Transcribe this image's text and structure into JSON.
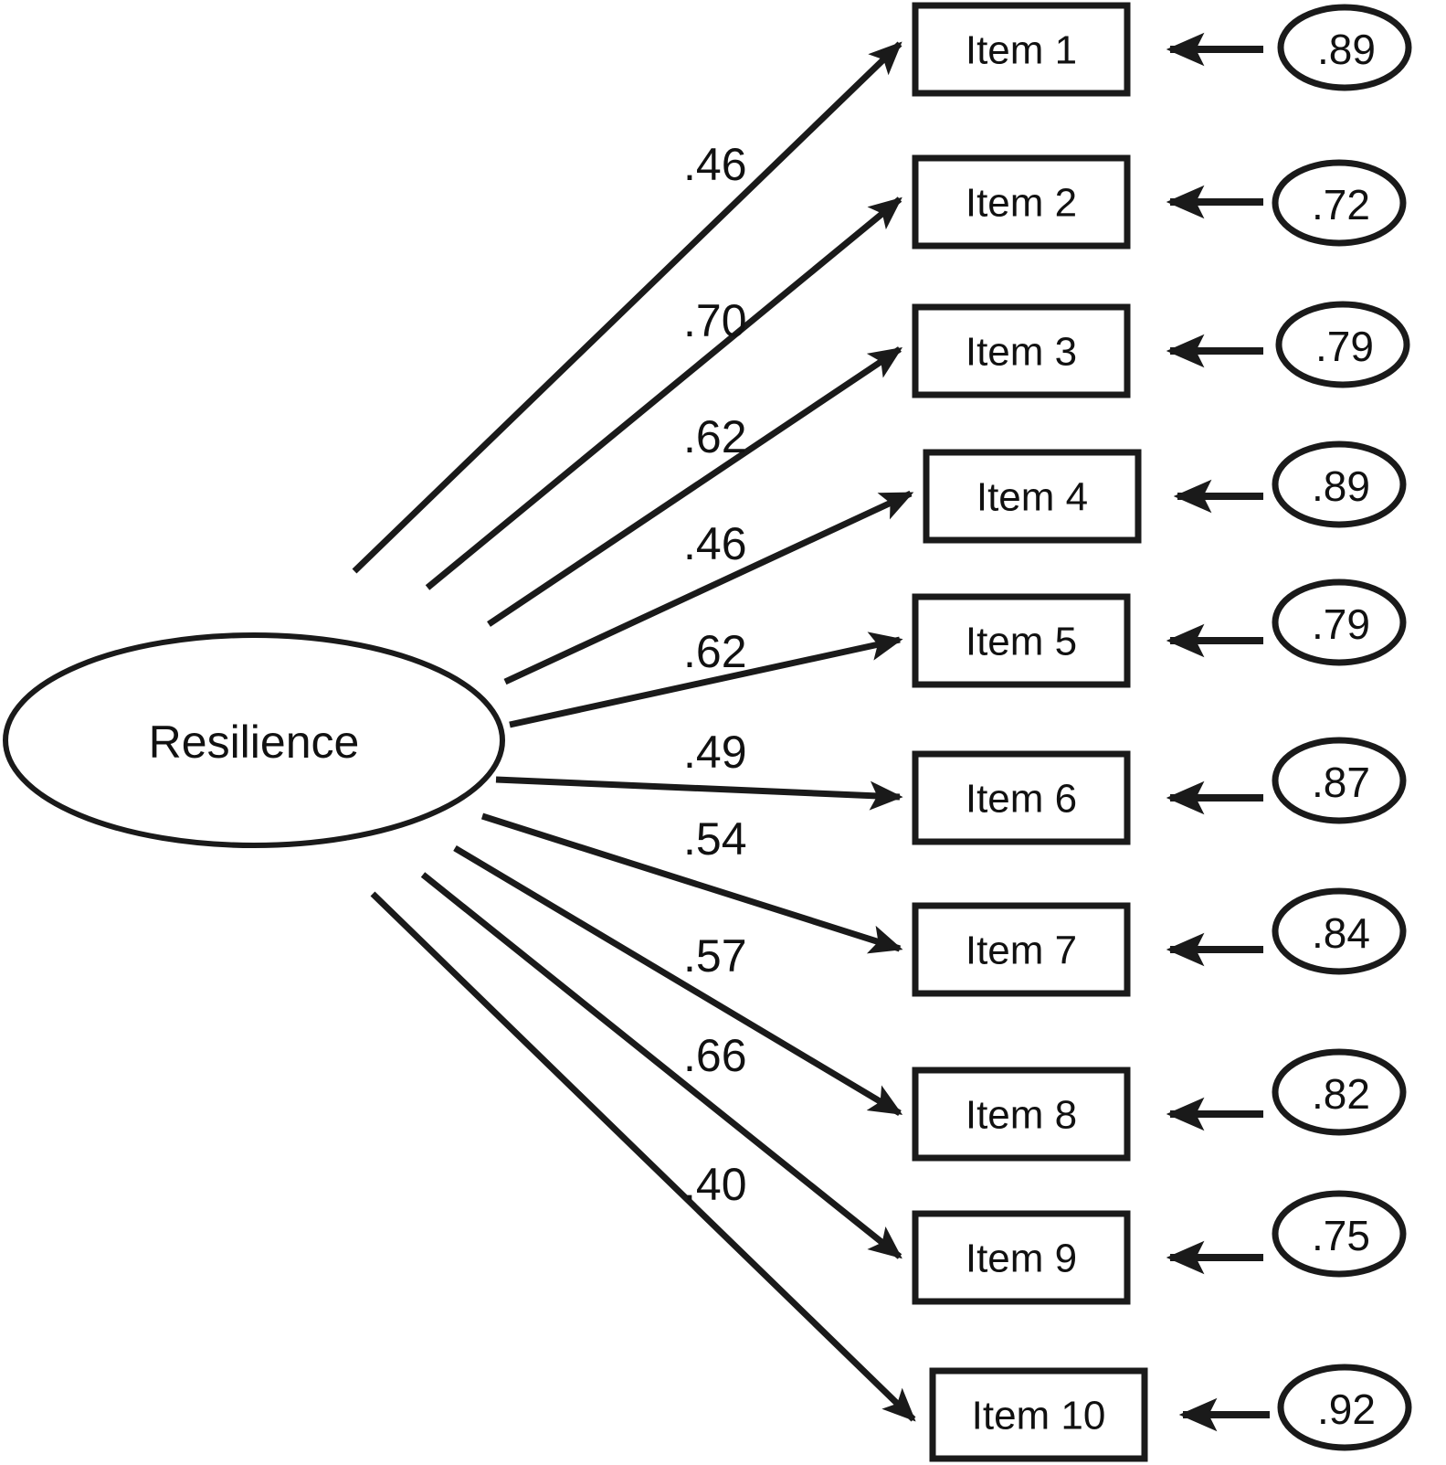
{
  "figure": {
    "type": "sem-path-diagram",
    "title": "",
    "background_color": "#ffffff",
    "line_color": "#1a1a1a"
  },
  "factor": {
    "name": "Resilience",
    "shape": "ellipse"
  },
  "chart_data": {
    "type": "diagram",
    "title": "",
    "model": "Confirmatory factor analysis: one-factor Resilience model",
    "latent_variable": "Resilience",
    "indicators": [
      "Item 1",
      "Item 2",
      "Item 3",
      "Item 4",
      "Item 5",
      "Item 6",
      "Item 7",
      "Item 8",
      "Item 9",
      "Item 10"
    ],
    "standardized_loadings": [
      0.46,
      0.7,
      0.62,
      0.46,
      0.62,
      0.49,
      0.54,
      0.57,
      0.66,
      0.4
    ],
    "residual_variances": [
      0.89,
      0.72,
      0.79,
      0.89,
      0.79,
      0.87,
      0.84,
      0.82,
      0.75,
      0.92
    ],
    "loading_labels": [
      ".46",
      ".70",
      ".62",
      ".46",
      ".62",
      ".49",
      ".54",
      ".57",
      ".66",
      ".40"
    ],
    "residual_labels": [
      ".89",
      ".72",
      ".79",
      ".89",
      ".79",
      ".87",
      ".84",
      ".82",
      ".75",
      ".92"
    ]
  },
  "items": [
    {
      "label": "Item 1",
      "loading": ".46",
      "error": ".89"
    },
    {
      "label": "Item 2",
      "loading": ".70",
      "error": ".72"
    },
    {
      "label": "Item 3",
      "loading": ".62",
      "error": ".79"
    },
    {
      "label": "Item 4",
      "loading": ".46",
      "error": ".89"
    },
    {
      "label": "Item 5",
      "loading": ".62",
      "error": ".79"
    },
    {
      "label": "Item 6",
      "loading": ".49",
      "error": ".87"
    },
    {
      "label": "Item 7",
      "loading": ".54",
      "error": ".84"
    },
    {
      "label": "Item 8",
      "loading": ".57",
      "error": ".82"
    },
    {
      "label": "Item 9",
      "loading": ".66",
      "error": ".75"
    },
    {
      "label": "Item 10",
      "loading": ".40",
      "error": ".92"
    }
  ]
}
